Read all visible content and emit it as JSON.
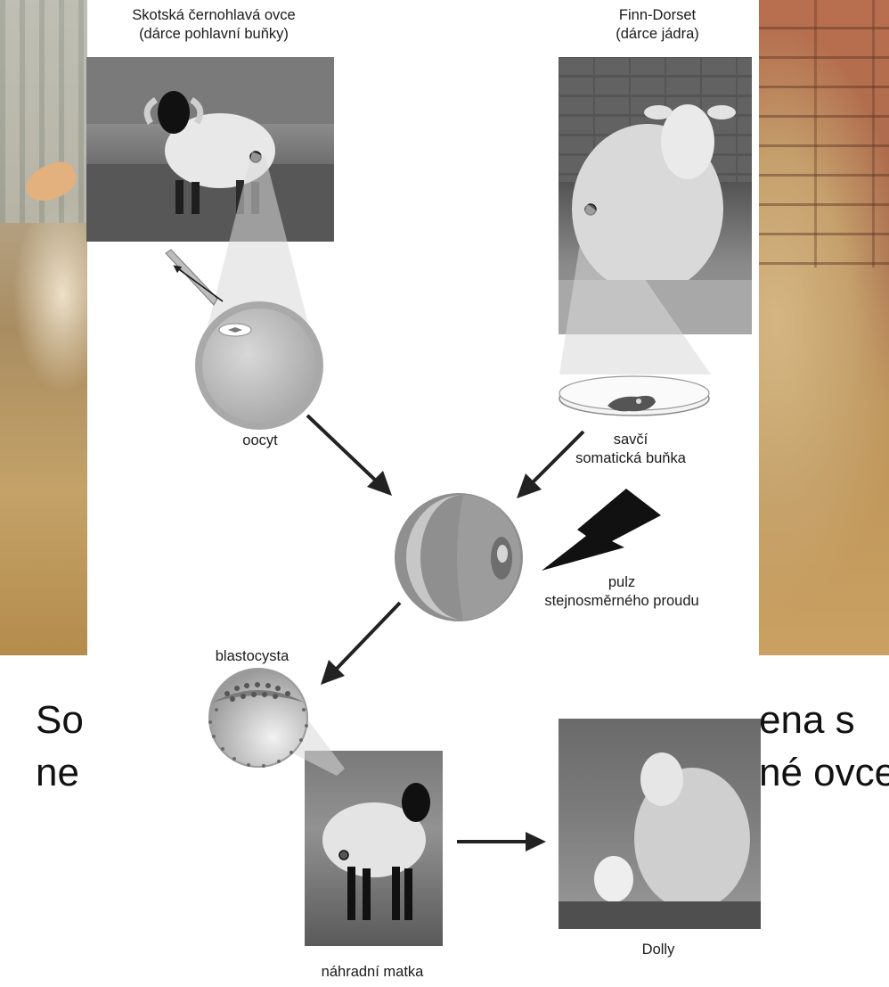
{
  "slide_text": {
    "line1_left": "So",
    "line1_right": "ena s",
    "line2_left": "ne",
    "line2_right": "né ovce"
  },
  "labels": {
    "scottish_sheep_line1": "Skotská černohlavá ovce",
    "scottish_sheep_line2": "(dárce pohlavní buňky)",
    "finn_dorset_line1": "Finn-Dorset",
    "finn_dorset_line2": "(dárce jádra)",
    "oocyte": "oocyt",
    "somatic_cell_line1": "savčí",
    "somatic_cell_line2": "somatická buňka",
    "pulse_line1": "pulz",
    "pulse_line2": "stejnosměrného proudu",
    "blastocyst": "blastocysta",
    "surrogate_mother": "náhradní matka",
    "dolly": "Dolly"
  }
}
